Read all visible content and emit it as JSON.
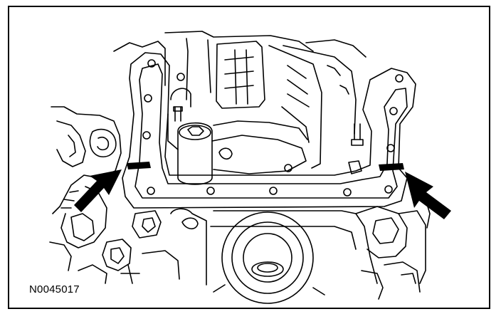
{
  "figure": {
    "id_label": "N0045017",
    "ink_color": "#000000",
    "paper_color": "#ffffff",
    "callouts": [
      {
        "icon": "arrow-icon",
        "points_to": "left-seal-mark"
      },
      {
        "icon": "arrow-icon",
        "points_to": "right-seal-mark"
      }
    ]
  }
}
